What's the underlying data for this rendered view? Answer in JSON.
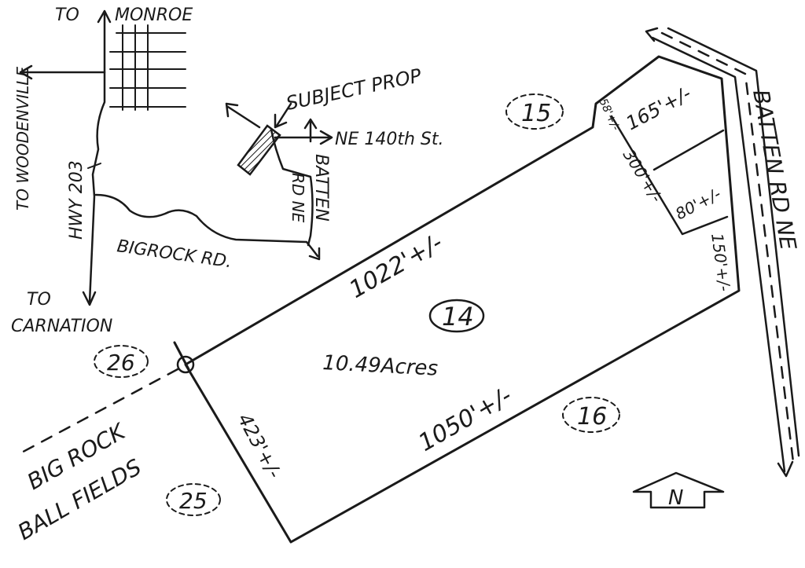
{
  "vicinity": {
    "to_monroe": "TO",
    "monroe": "MONROE",
    "to_woodenville": "TO WOODENVILLE",
    "hwy": "HWY 203",
    "to_carnation": "TO",
    "carnation": "CARNATION",
    "big_rock_rd": "BIGROCK RD.",
    "subject_prop": "SUBJECT PROP",
    "ne_140th": "NE 140th St.",
    "batten": "BATTEN",
    "rd_ne": "RD NE"
  },
  "parcel": {
    "lot_number": "14",
    "acres": "10.49Acres",
    "north_side": "1022'+/-",
    "south_side": "1050'+/-",
    "west_side": "423'+/-",
    "east_side": "150'+/-",
    "notch_top": "165'+/-",
    "notch_side": "300'+/-",
    "notch_bottom": "80'+/-",
    "notch_short": "58'+/-"
  },
  "neighbors": {
    "lot_15": "15",
    "lot_16": "16",
    "lot_26": "26",
    "lot_25": "25"
  },
  "labels": {
    "batten_rd_ne": "BATTEN RD NE",
    "big_rock": "BIG ROCK",
    "ball_fields": "BALL FIELDS",
    "north": "N"
  }
}
